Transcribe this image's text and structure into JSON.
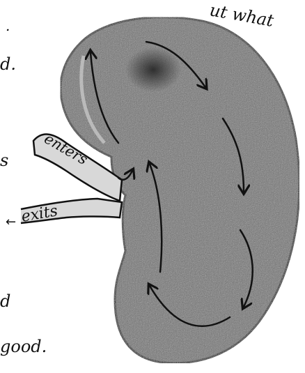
{
  "diagram": {
    "subject": "kidney sketch with flow arrows",
    "labels": {
      "top_fragment": "ut what",
      "enters": "enters",
      "exits": "exits",
      "bottom_fragment": "good.",
      "left_fragment_1": "d.",
      "left_fragment_2": "s",
      "left_fragment_3": "d"
    },
    "colors": {
      "ink": "#111111",
      "kidney_fill": "#6f6f6f",
      "kidney_dark": "#3e3e3e",
      "vessel_fill": "#d8d8d8",
      "paper": "#ffffff"
    }
  }
}
